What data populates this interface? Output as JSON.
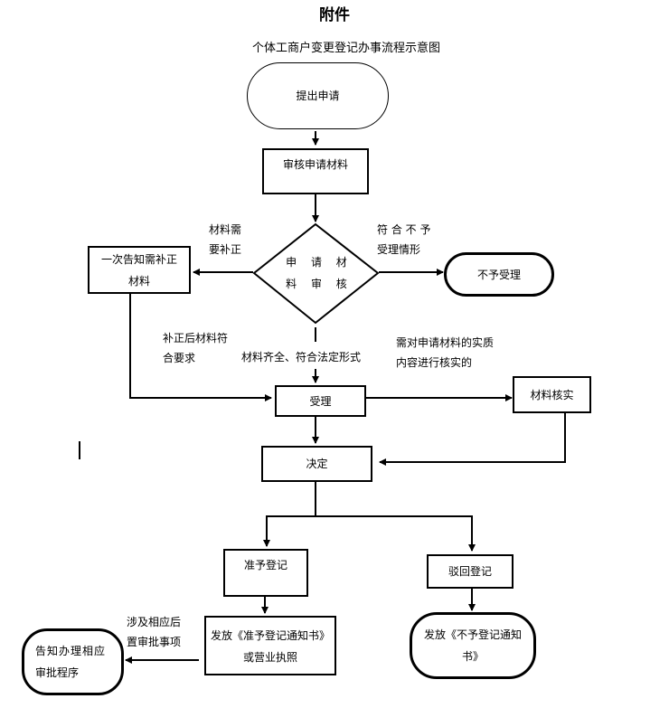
{
  "header": {
    "attachment_label": "附件",
    "title": "个体工商户变更登记办事流程示意图"
  },
  "nodes": {
    "submit": "提出申请",
    "review_materials": "审核申请材料",
    "decision_review": "申请材料审核",
    "decision_review_line1": "申 请 材",
    "decision_review_line2": "料 审 核",
    "notify_correction": "一次告知需补正材料",
    "notify_correction_line1": "一次告知需补正",
    "notify_correction_line2": "材料",
    "reject_acceptance": "不予受理",
    "accept": "受理",
    "verify_materials": "材料核实",
    "decide": "决定",
    "approve_registration": "准予登记",
    "reject_registration": "驳回登记",
    "issue_approval": "发放《准予登记通知书》或营业执照",
    "issue_approval_line1": "发放《准予登记通知书》",
    "issue_approval_line2": "或营业执照",
    "issue_rejection": "发放《不予登记通知书》",
    "issue_rejection_line1": "发放《不予登记通知",
    "issue_rejection_line2": "书》",
    "notify_procedure": "告知办理相应审批程序",
    "notify_procedure_line1": "告知办理相应",
    "notify_procedure_line2": "审批程序"
  },
  "edge_labels": {
    "needs_correction_line1": "材料需",
    "needs_correction_line2": "要补正",
    "not_acceptable_line1": "符 合 不 予",
    "not_acceptable_line2": "受理情形",
    "corrected_line1": "补正后材料符",
    "corrected_line2": "合要求",
    "complete": "材料齐全、符合法定形式",
    "verify_needed_line1": "需对申请材料的实质",
    "verify_needed_line2": "内容进行核实的",
    "subsequent_approval_line1": "涉及相应后",
    "subsequent_approval_line2": "置审批事项"
  }
}
